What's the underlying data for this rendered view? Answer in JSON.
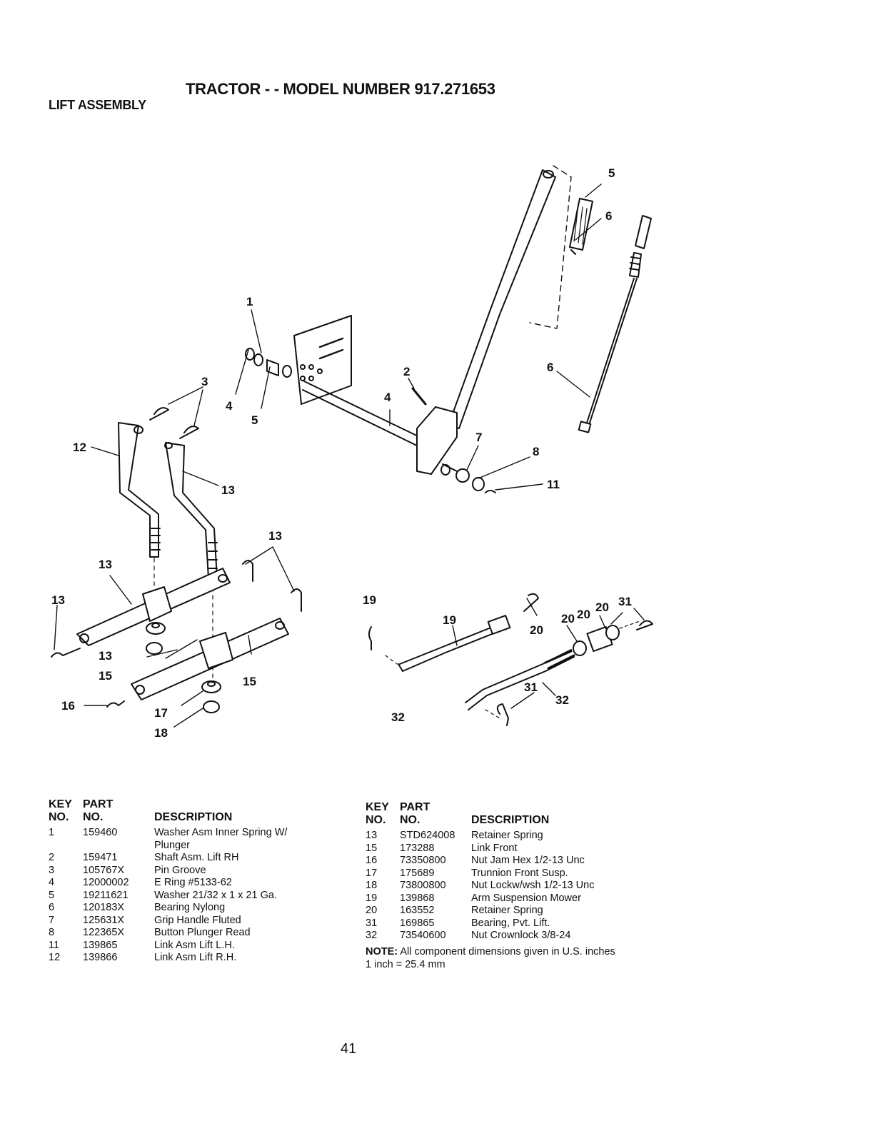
{
  "header": {
    "title": "TRACTOR - - MODEL NUMBER 917.271653",
    "subtitle": "LIFT ASSEMBLY"
  },
  "callouts": [
    "1",
    "2",
    "3",
    "4",
    "4",
    "5",
    "5",
    "6",
    "6",
    "7",
    "8",
    "11",
    "12",
    "13",
    "13",
    "13",
    "13",
    "13",
    "15",
    "15",
    "16",
    "17",
    "18",
    "19",
    "19",
    "20",
    "20",
    "20",
    "20",
    "31",
    "31",
    "32",
    "32"
  ],
  "table_headers": {
    "key_top": "KEY",
    "key_bottom": "NO.",
    "part_top": "PART",
    "part_bottom": "NO.",
    "description": "DESCRIPTION"
  },
  "parts_left": [
    {
      "key": "1",
      "part": "159460",
      "desc": "Washer Asm Inner Spring W/",
      "desc2": "Plunger"
    },
    {
      "key": "2",
      "part": "159471",
      "desc": "Shaft Asm. Lift RH"
    },
    {
      "key": "3",
      "part": "105767X",
      "desc": "Pin Groove"
    },
    {
      "key": "4",
      "part": "12000002",
      "desc": "E Ring #5133-62"
    },
    {
      "key": "5",
      "part": "19211621",
      "desc": "Washer 21/32 x 1 x 21 Ga."
    },
    {
      "key": "6",
      "part": "120183X",
      "desc": "Bearing Nylong"
    },
    {
      "key": "7",
      "part": "125631X",
      "desc": "Grip Handle Fluted"
    },
    {
      "key": "8",
      "part": "122365X",
      "desc": "Button Plunger Read"
    },
    {
      "key": "11",
      "part": "139865",
      "desc": "Link Asm Lift L.H."
    },
    {
      "key": "12",
      "part": "139866",
      "desc": "Link Asm Lift R.H."
    }
  ],
  "parts_right": [
    {
      "key": "13",
      "part": "STD624008",
      "desc": "Retainer Spring"
    },
    {
      "key": "15",
      "part": "173288",
      "desc": "Link Front"
    },
    {
      "key": "16",
      "part": "73350800",
      "desc": "Nut Jam Hex 1/2-13 Unc"
    },
    {
      "key": "17",
      "part": "175689",
      "desc": "Trunnion Front Susp."
    },
    {
      "key": "18",
      "part": "73800800",
      "desc": "Nut Lockw/wsh 1/2-13 Unc"
    },
    {
      "key": "19",
      "part": "139868",
      "desc": "Arm Suspension Mower"
    },
    {
      "key": "20",
      "part": "163552",
      "desc": "Retainer Spring"
    },
    {
      "key": "31",
      "part": "169865",
      "desc": "Bearing, Pvt. Lift."
    },
    {
      "key": "32",
      "part": "73540600",
      "desc": "Nut Crownlock 3/8-24"
    }
  ],
  "note": {
    "label": "NOTE:",
    "text": " All component dimensions given in U.S. inches",
    "conversion": "1 inch = 25.4 mm"
  },
  "page_number": "41"
}
